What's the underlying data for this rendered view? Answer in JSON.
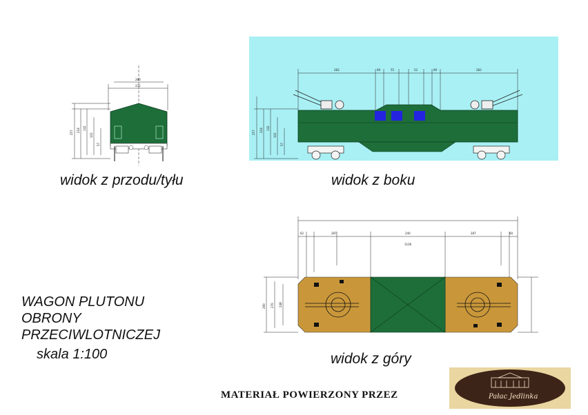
{
  "captions": {
    "front_view": "widok z przodu/tyłu",
    "side_view": "widok z boku",
    "top_view": "widok z góry"
  },
  "title": {
    "line1": "WAGON PLUTONU",
    "line2": "OBRONY",
    "line3": "PRZECIWLOTNICZEJ",
    "scale": "skala 1:100"
  },
  "credit": "MATERIAŁ POWIERZONY PRZEZ",
  "logo_text": "Pałac Jedlinka",
  "dimensions": {
    "front_top": [
      "280",
      "231"
    ],
    "front_left": [
      "257",
      "218",
      "142",
      "102",
      "57"
    ],
    "side_top": [
      "283",
      "69",
      "55",
      "52",
      "69",
      "283"
    ],
    "side_left": [
      "257",
      "218",
      "142",
      "102",
      "57"
    ],
    "top_total": "1100",
    "top_mid": [
      "287",
      "240",
      "287"
    ],
    "top_ends": [
      "62",
      "60"
    ],
    "top_left": [
      "290",
      "270",
      "248"
    ]
  },
  "colors": {
    "car_green": "#1e6e3a",
    "panel_tan": "#c9973a",
    "side_bg": "#a9f0f4",
    "window_blue": "#2323e0"
  }
}
